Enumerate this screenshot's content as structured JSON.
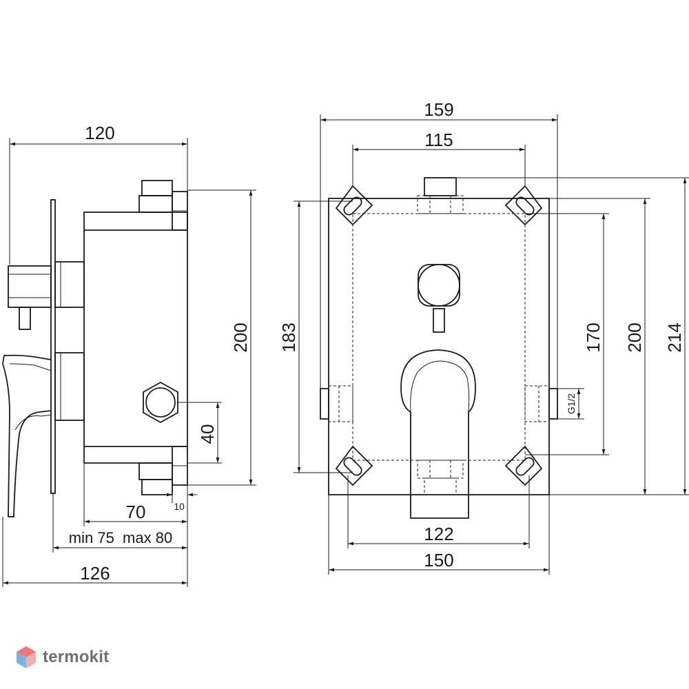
{
  "side_view": {
    "dims": {
      "width_top": "120",
      "height": "200",
      "outlet_offset": "40",
      "body_depth": "70",
      "small_offset": "10",
      "mount_range": "min 75  max 80",
      "total_depth": "126"
    }
  },
  "front_view": {
    "dims": {
      "outer_width": "159",
      "inner_width": "115",
      "height_183": "183",
      "height_170": "170",
      "height_200": "200",
      "height_214": "214",
      "thread": "G1/2",
      "hole_spacing": "122",
      "plate_width": "150"
    }
  },
  "brand": {
    "name": "termokit",
    "colors": {
      "logo_red": "#e5484d",
      "logo_blue": "#4a8fd6",
      "text": "#6d6f73"
    }
  }
}
